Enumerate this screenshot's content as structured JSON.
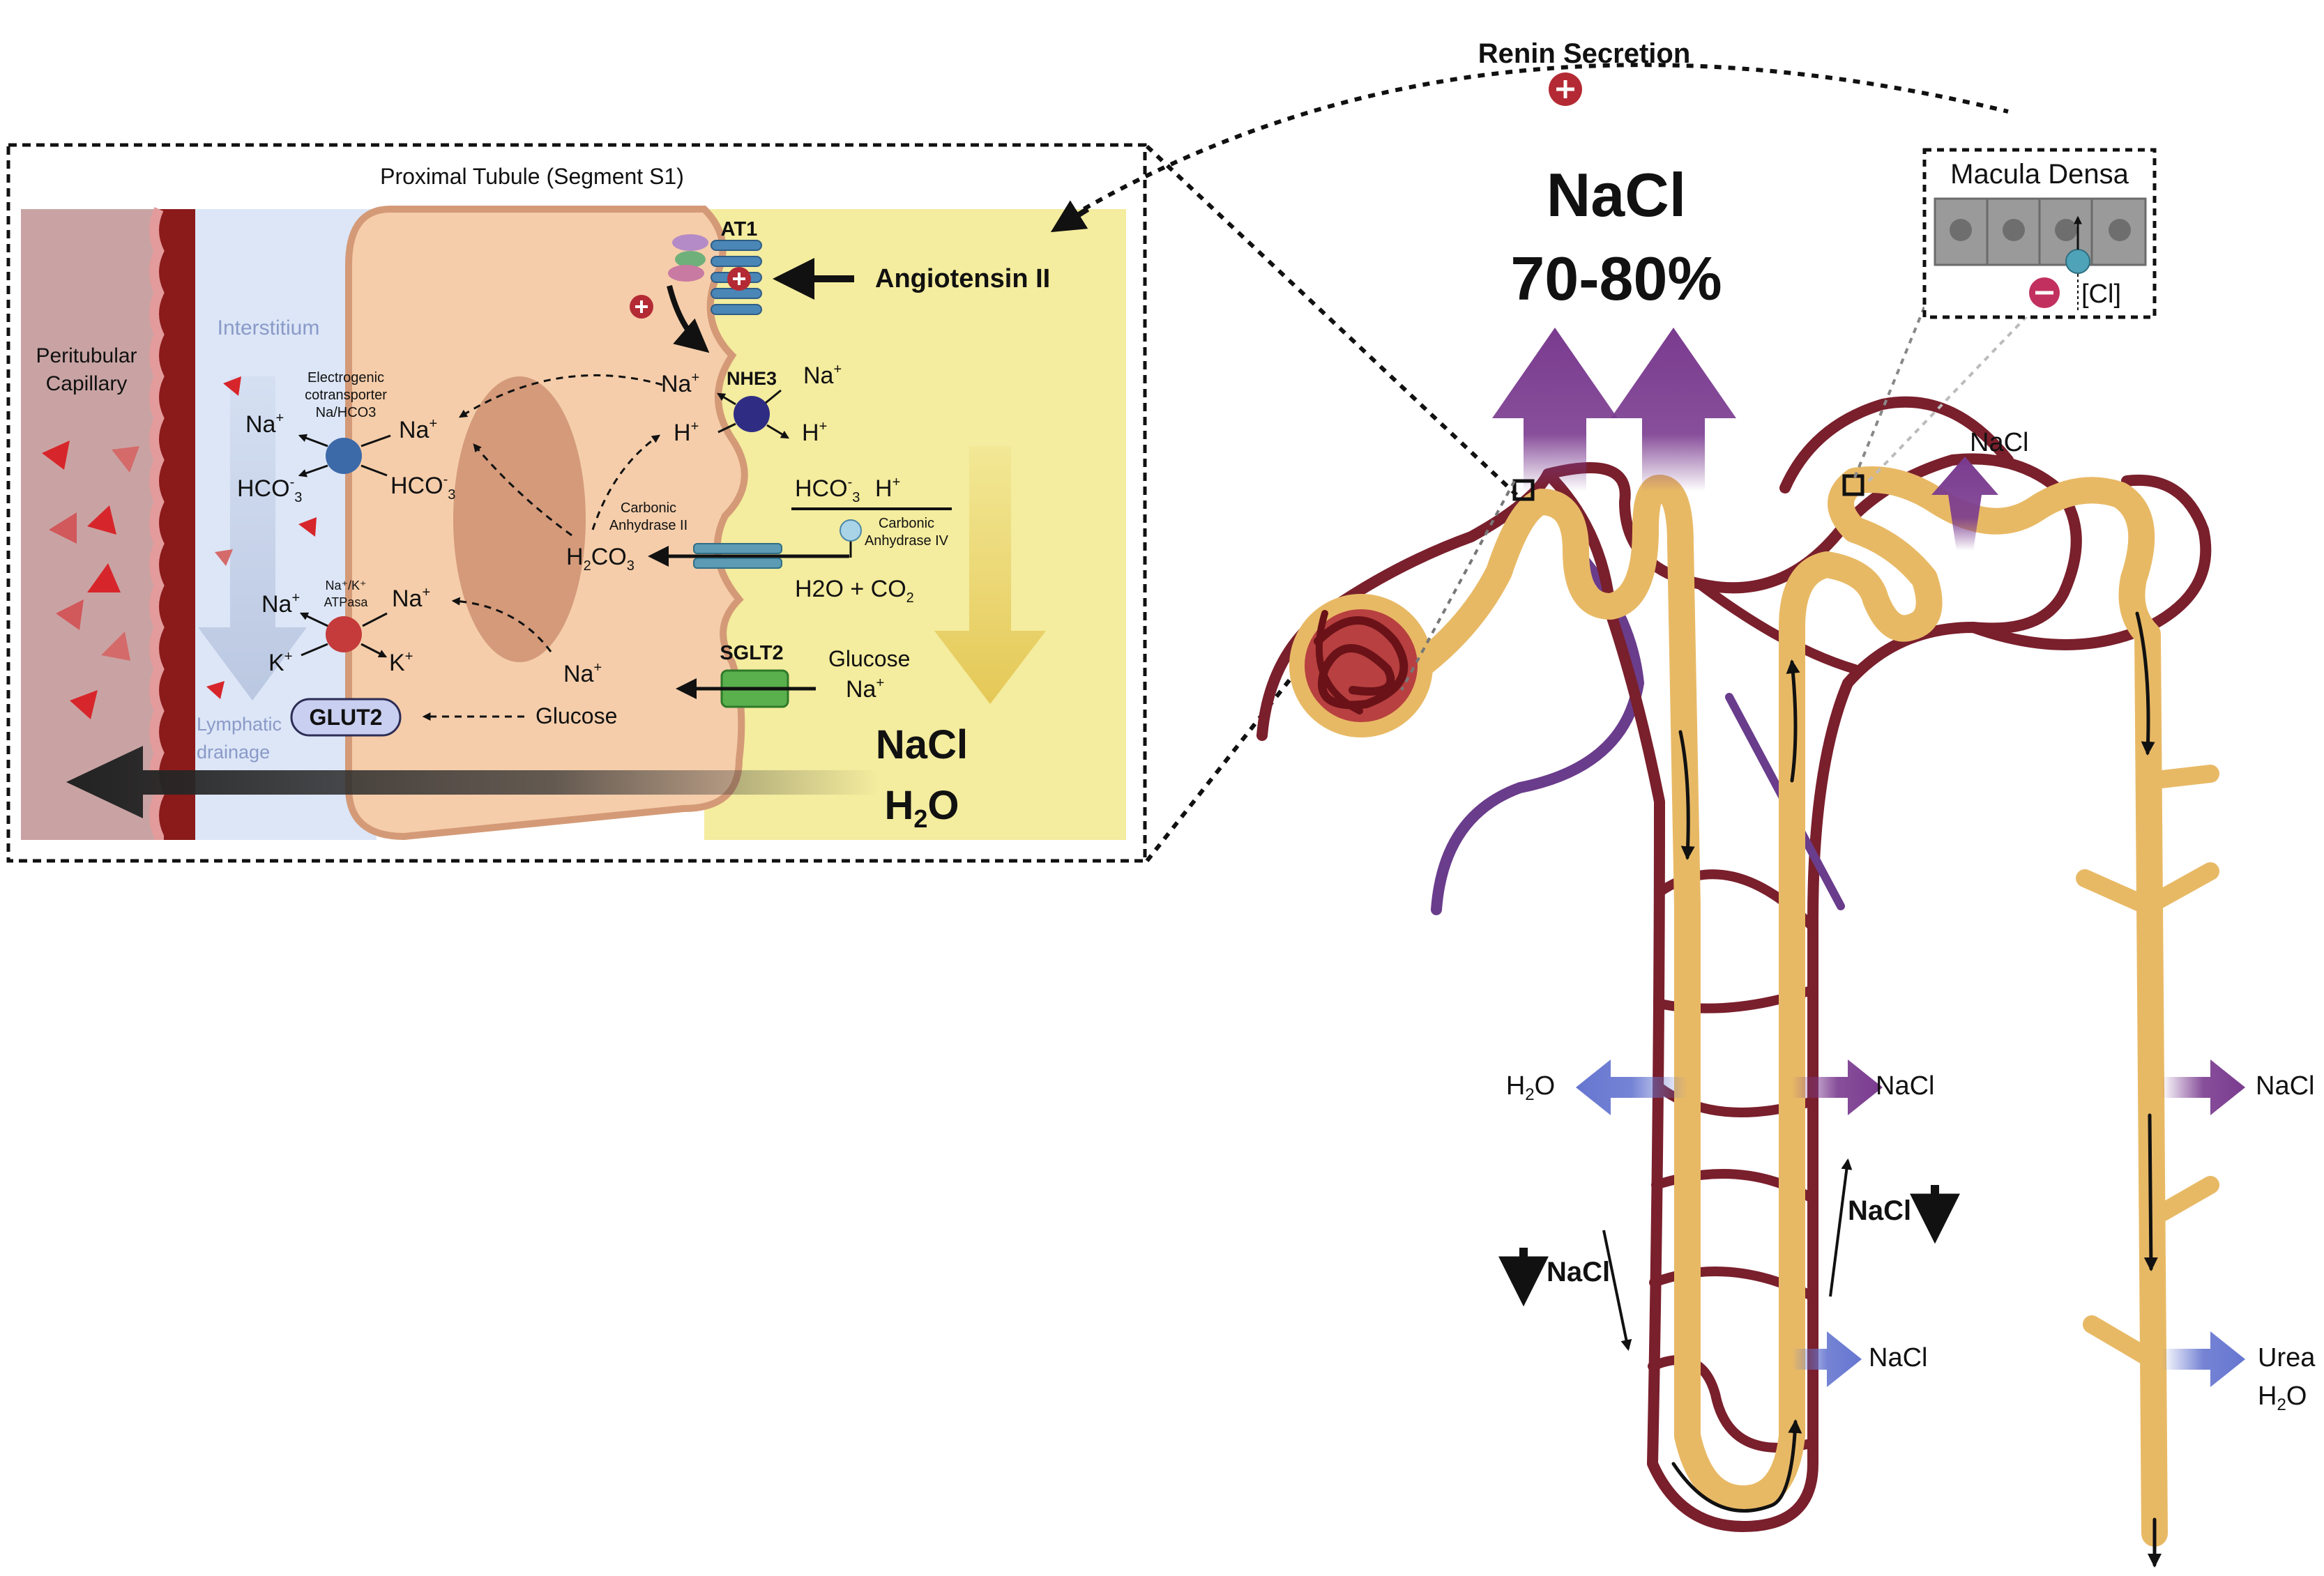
{
  "colors": {
    "capillary": "#c9a3a3",
    "capillary_wall": "#8b1a1a",
    "interstitium": "#dce6f7",
    "cell": "#f5cdaa",
    "cell_border": "#d49a77",
    "nucleus": "#d49a7a",
    "lumen": "#f4ec9e",
    "tubule": "#e8b965",
    "vessel": "#7a1f2c",
    "venous": "#6a3c8c",
    "reabsorb_purple": "#7a3b8f",
    "water_blue": "#6676d0"
  },
  "inset": {
    "title": "Proximal Tubule (Segment S1)",
    "peritubular_capillary": [
      "Peritubular",
      "Capillary"
    ],
    "interstitium": "Interstitium",
    "lymphatic": [
      "Lymphatic",
      "drainage"
    ],
    "at1": "AT1",
    "angiotensin": "Angiotensin II",
    "nhe3": "NHE3",
    "electrogenic": [
      "Electrogenic",
      "cotransporter",
      "Na/HCO3"
    ],
    "na": "Na",
    "sup_plus": "+",
    "h": "H",
    "hco3": "HCO",
    "sub_3": "3",
    "sup_minus": "-",
    "k": "K",
    "atpase": [
      "Na⁺/K⁺",
      "ATPasa"
    ],
    "carbonic_ii": [
      "Carbonic",
      "Anhydrase II"
    ],
    "carbonic_iv": [
      "Carbonic",
      "Anhydrase IV"
    ],
    "h2co3_a": "H",
    "h2co3_sub": "2",
    "h2co3_b": "CO",
    "h2co3_sub2": "3",
    "h2o_co2_a": "H2O + CO",
    "h2o_co2_sub": "2",
    "sglt2": "SGLT2",
    "glucose": "Glucose",
    "glut2": "GLUT2",
    "nacl": "NaCl",
    "h2o_a": "H",
    "h2o_sub": "2",
    "h2o_b": "O"
  },
  "nephron": {
    "renin": "Renin Secretion",
    "nacl_big": "NaCl",
    "percent": "70-80%",
    "macula_densa": "Macula Densa",
    "cl": "[Cl]",
    "nacl": "NaCl",
    "h2o_a": "H",
    "h2o_sub": "2",
    "h2o_b": "O",
    "urea": "Urea"
  }
}
